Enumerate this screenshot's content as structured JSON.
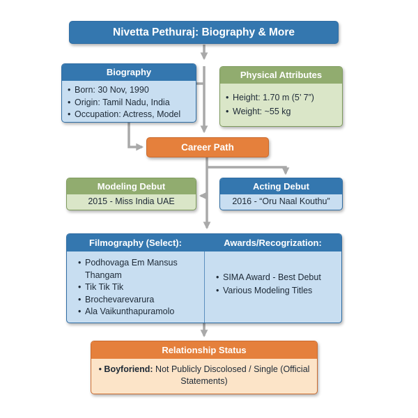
{
  "title": "Nivetta Pethuraj: Biography & More",
  "biography": {
    "header": "Biography",
    "items": [
      "Born: 30 Nov, 1990",
      "Origin: Tamil Nadu, India",
      "Occupation: Actress, Model"
    ]
  },
  "physical": {
    "header": "Physical Attributes",
    "items": [
      "Height: 1.70 m (5’ 7”)",
      "Weight: ~55 kg"
    ]
  },
  "career": {
    "label": "Career Path"
  },
  "modeling": {
    "header": "Modeling Debut",
    "body": "2015 - Miss India UAE"
  },
  "acting": {
    "header": "Acting Debut",
    "body": "2016 - “Oru Naal Kouthu”"
  },
  "filmography": {
    "header": "Filmography (Select):",
    "items": [
      "Podhovaga Em Mansus Thangam",
      "Tik Tik Tik",
      "Brochevarevarura",
      "Ala Vaikunthapuramolo"
    ]
  },
  "awards": {
    "header": "Awards/Recogrization:",
    "items": [
      "SIMA Award - Best Debut",
      "Various Modeling Titles"
    ]
  },
  "relationship": {
    "header": "Relationship Status",
    "bullet": "• ",
    "bold": "Boyforiend:",
    "rest": " Not Publicly Discolosed / Single (Official Statements)"
  },
  "colors": {
    "header_blue": "#3477af",
    "light_blue": "#c8def1",
    "header_green": "#91ac6f",
    "light_green": "#dae6c8",
    "orange": "#e5803c",
    "light_orange": "#fce4c8",
    "arrow_gray": "#a9a9a9"
  }
}
